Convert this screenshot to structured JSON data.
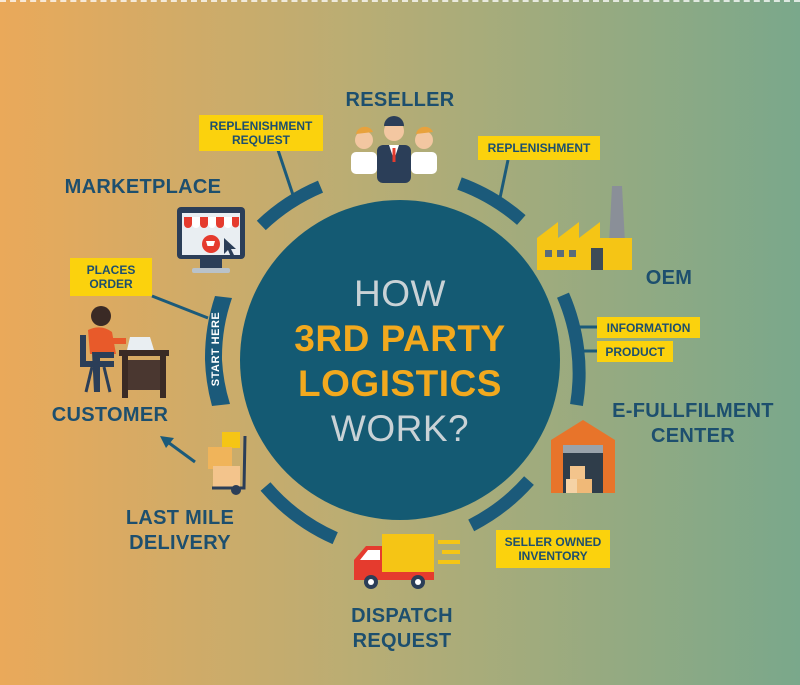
{
  "hub": {
    "line1": "HOW",
    "line2": "3RD PARTY",
    "line3": "LOGISTICS",
    "line4": "WORK?"
  },
  "nodes": {
    "reseller": "RESELLER",
    "marketplace": "MARKETPLACE",
    "oem": "OEM",
    "efulfilment_line1": "E-FULLFILMENT",
    "efulfilment_line2": "CENTER",
    "customer": "CUSTOMER",
    "last_mile_line1": "LAST MILE",
    "last_mile_line2": "DELIVERY",
    "dispatch_line1": "DISPATCH",
    "dispatch_line2": "REQUEST"
  },
  "tags": {
    "replenishment_request_line1": "REPLENISHMENT",
    "replenishment_request_line2": "REQUEST",
    "replenishment": "REPLENISHMENT",
    "places_order_line1": "PLACES",
    "places_order_line2": "ORDER",
    "information": "INFORMATION",
    "product": "PRODUCT",
    "seller_owned_line1": "SELLER OWNED",
    "seller_owned_line2": "INVENTORY"
  },
  "start_label": "START HERE",
  "colors": {
    "hub": "#145a73",
    "ring": "#1b5a7a",
    "tag": "#fbd20d",
    "label_text": "#1d4f6e",
    "hub_highlight": "#f2a91e",
    "hub_text": "#c9d2d6",
    "truck": "#e53b2e",
    "building": "#f5c515",
    "warehouse": "#e8742a"
  },
  "icons": [
    "reseller-people-icon",
    "monitor-shop-icon",
    "factory-icon",
    "warehouse-icon",
    "truck-icon",
    "hand-truck-icon",
    "customer-desk-icon",
    "arrow-icon"
  ]
}
